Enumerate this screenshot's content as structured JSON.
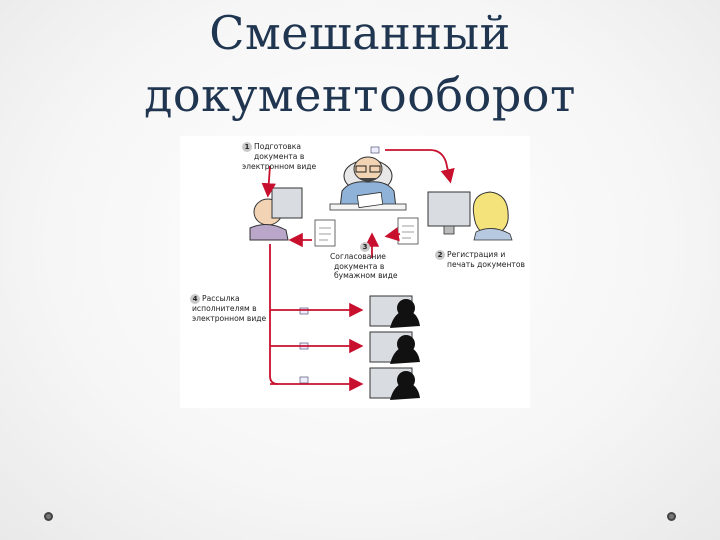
{
  "slide": {
    "title_line1": "Смешанный",
    "title_line2": "документооборот"
  },
  "diagram": {
    "steps": [
      {
        "number": "1",
        "line1": "Подготовка",
        "line2": "документа в",
        "line3": "электронном виде"
      },
      {
        "number": "2",
        "line1": "Регистрация и",
        "line2": "печать документов"
      },
      {
        "number": "3",
        "line1": "Согласование",
        "line2": "документа в",
        "line3": "бумажном виде"
      },
      {
        "number": "4",
        "line1": "Рассылка",
        "line2": "исполнителям в",
        "line3": "электронном виде"
      }
    ],
    "colors": {
      "arrow": "#c8102e",
      "figure_outline": "#333333",
      "manager_shirt": "#8fb2d9",
      "woman_hair": "#f4e37a",
      "silhouette": "#111111",
      "monitor_screen": "#d9dde2"
    }
  }
}
